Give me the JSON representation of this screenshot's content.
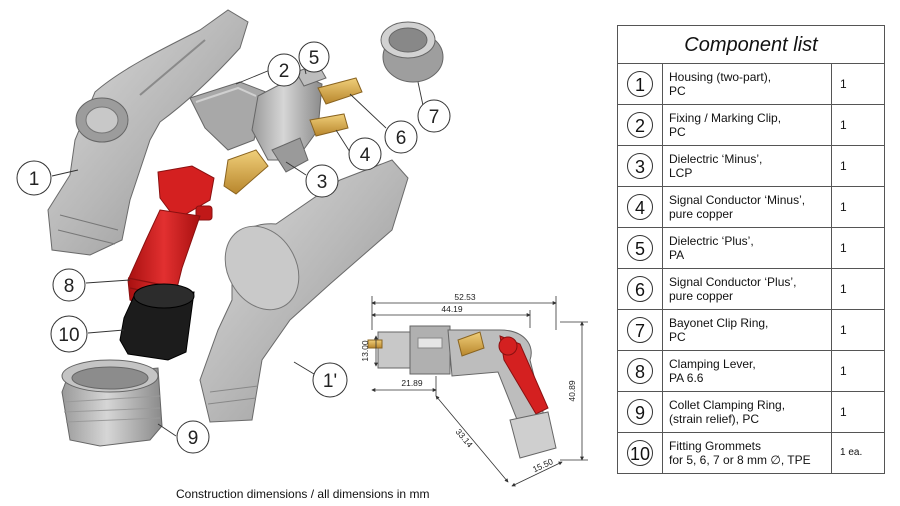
{
  "table_title": "Component list",
  "components": [
    {
      "num": "1",
      "line1": "Housing (two-part),",
      "line2": "PC",
      "qty": "1"
    },
    {
      "num": "2",
      "line1": "Fixing / Marking Clip,",
      "line2": "PC",
      "qty": "1"
    },
    {
      "num": "3",
      "line1": "Dielectric ‘Minus’,",
      "line2": "LCP",
      "qty": "1"
    },
    {
      "num": "4",
      "line1": "Signal Conductor ‘Minus’,",
      "line2": "pure copper",
      "qty": "1"
    },
    {
      "num": "5",
      "line1": "Dielectric ‘Plus’,",
      "line2": "PA",
      "qty": "1"
    },
    {
      "num": "6",
      "line1": "Signal Conductor ‘Plus’,",
      "line2": "pure copper",
      "qty": "1"
    },
    {
      "num": "7",
      "line1": "Bayonet Clip Ring,",
      "line2": "PC",
      "qty": "1"
    },
    {
      "num": "8",
      "line1": "Clamping Lever,",
      "line2": "PA 6.6",
      "qty": "1"
    },
    {
      "num": "9",
      "line1": "Collet Clamping Ring,",
      "line2": "(strain relief), PC",
      "qty": "1"
    },
    {
      "num": "10",
      "line1": "Fitting Grommets",
      "line2": "for 5, 6, 7 or 8 mm ∅, TPE",
      "qty": "1 ea."
    }
  ],
  "callouts": {
    "c1": "1",
    "c2": "2",
    "c3": "3",
    "c4": "4",
    "c5": "5",
    "c6": "6",
    "c7": "7",
    "c8": "8",
    "c9": "9",
    "c10": "10",
    "c1p": "1'"
  },
  "dimensions": {
    "d1": "52.53",
    "d2": "44.19",
    "d3": "13.00",
    "d4": "21.89",
    "d5": "33.14",
    "d6": "15.50",
    "d7": "40.89"
  },
  "caption": "Construction dimensions / all dimensions in mm",
  "colors": {
    "housing": "#b5b5b5",
    "lever": "#d42020",
    "pins": "#d4a84a",
    "grommet": "#1a1a1a"
  }
}
